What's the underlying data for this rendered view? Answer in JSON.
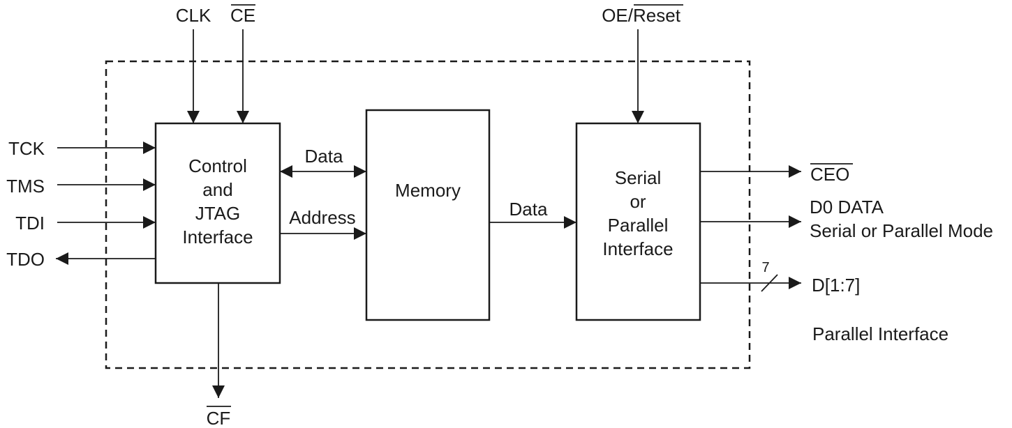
{
  "blocks": {
    "control": [
      "Control",
      "and",
      "JTAG",
      "Interface"
    ],
    "memory": [
      "Memory"
    ],
    "serial": [
      "Serial",
      "or",
      "Parallel",
      "Interface"
    ]
  },
  "signals": {
    "clk": "CLK",
    "ce": "CE",
    "oe_reset": "OE/",
    "reset": "Reset",
    "tck": "TCK",
    "tms": "TMS",
    "tdi": "TDI",
    "tdo": "TDO",
    "cf": "CF",
    "ceo": "CEO",
    "d0_data": "D0 DATA",
    "d0_mode": "Serial or Parallel Mode",
    "d17": "D[1:7]",
    "bus_width": "7",
    "parallel_interface": "Parallel Interface"
  },
  "buses": {
    "ctrl_mem_data": "Data",
    "ctrl_mem_address": "Address",
    "mem_serial_data": "Data"
  }
}
